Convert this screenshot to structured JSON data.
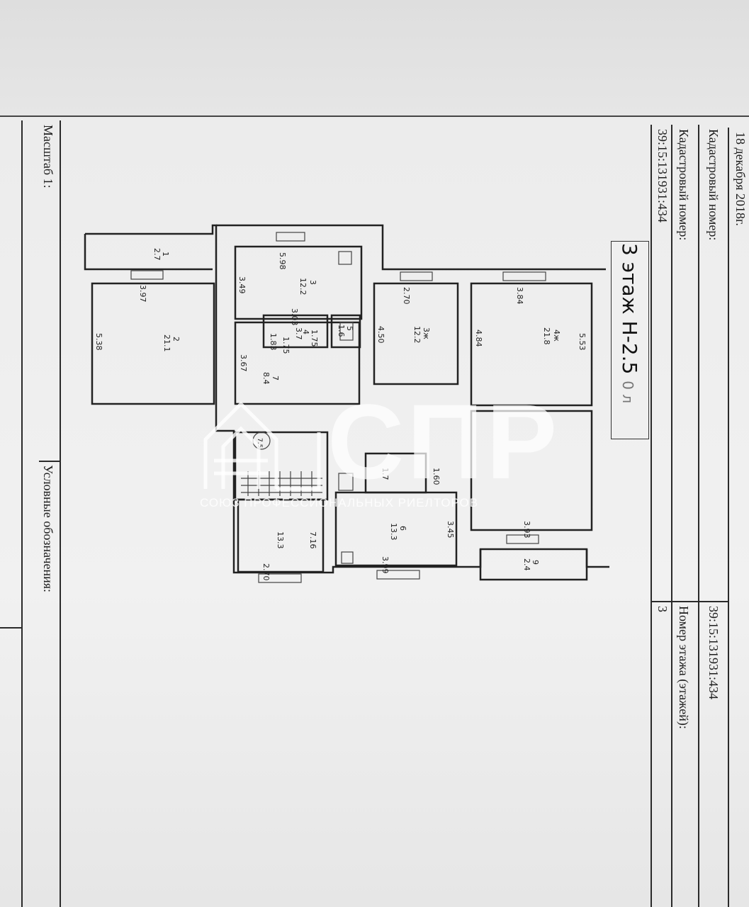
{
  "header": {
    "date": "18 декабря 2018г.",
    "cadastral_label_1": "Кадастровый номер:",
    "cadastral_value_1": "39:15:131931:434",
    "cadastral_label_2": "Кадастровый номер:",
    "cadastral_value_2": "39:15:131931:434",
    "floor_number_label": "Номер этажа (этажей):",
    "floor_number_value": "3"
  },
  "footer": {
    "scale_label": "Масштаб 1:",
    "legend_label": "Условные обозначения:"
  },
  "plan": {
    "floor_title": "3 этаж Н-2.5",
    "floor_suffix": "0 л",
    "rooms": [
      {
        "no": "1",
        "area": "2.7"
      },
      {
        "no": "2",
        "area": "21.1"
      },
      {
        "no": "3",
        "area": "12.2"
      },
      {
        "no": "3ж",
        "area": "12.2"
      },
      {
        "no": "4ж",
        "area": "21.8"
      },
      {
        "no": "4",
        "area": "3.7"
      },
      {
        "no": "5",
        "area": "1.6"
      },
      {
        "no": "7",
        "area": "8.4"
      },
      {
        "no": "6",
        "area": "13.3"
      },
      {
        "no": "9",
        "area": "2.4"
      },
      {
        "no": "",
        "area": "13.3"
      },
      {
        "no": "",
        "area": "1.7"
      }
    ],
    "dimensions": [
      "5.98",
      "3.97",
      "3.49",
      "5.38",
      "3.03",
      "1.83",
      "1.75",
      "1.75",
      "3.67",
      "2.70",
      "4.50",
      "3.84",
      "5.53",
      "4.84",
      "3.93",
      "3.45",
      "3.99",
      "7.16",
      "2.70",
      "1.60"
    ],
    "stair_mark": "7.5"
  },
  "watermark": {
    "letters": "СПР",
    "caption": "СОЮЗ ПРОФЕССИОНАЛЬНЫХ РИЕЛТОРОВ"
  }
}
